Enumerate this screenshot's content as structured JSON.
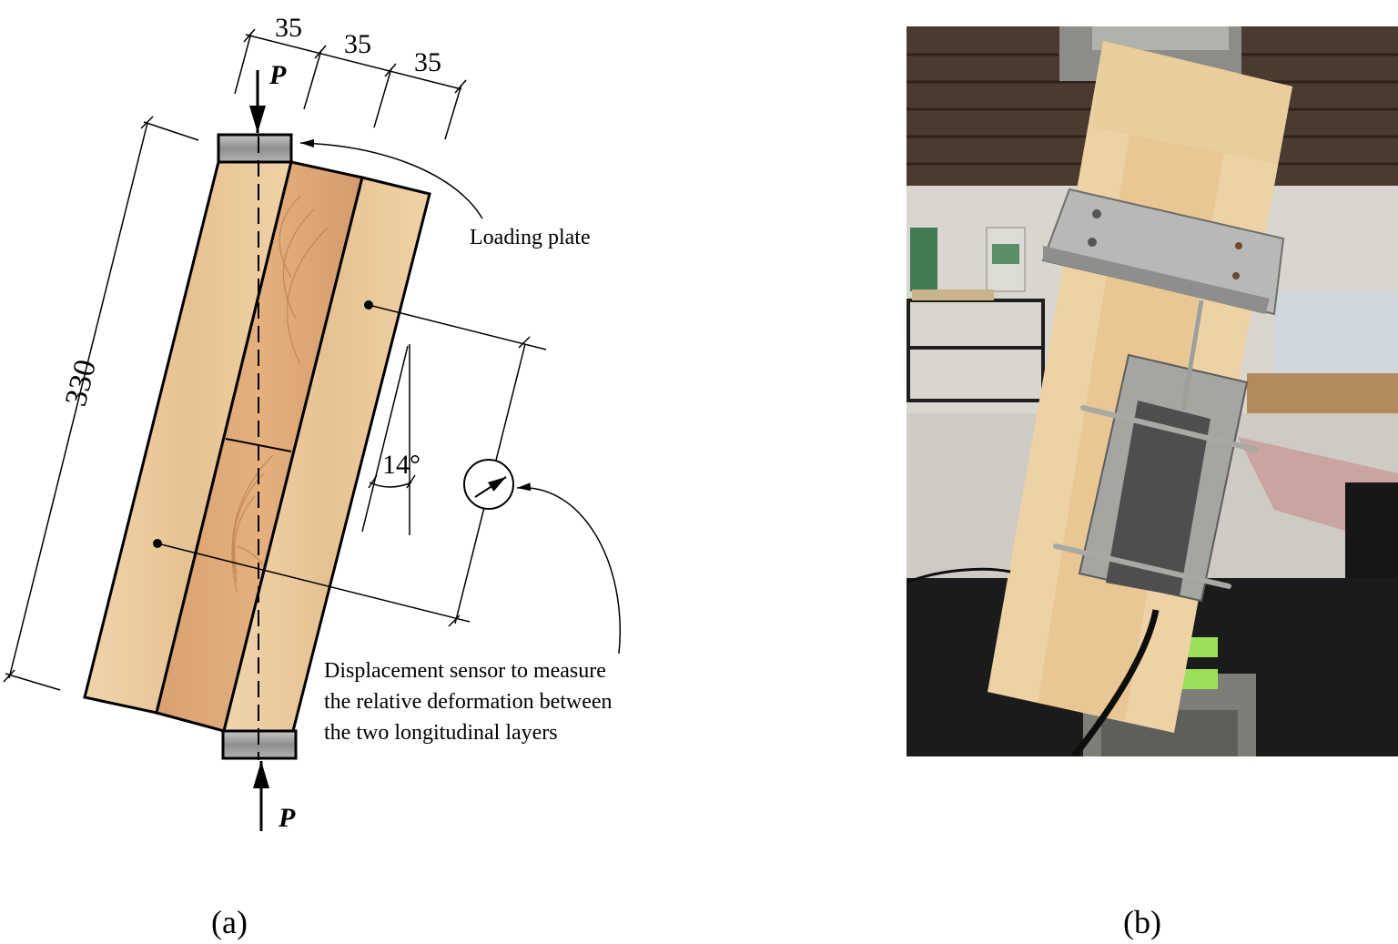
{
  "diagram": {
    "load_label_top": "P",
    "load_label_bottom": "P",
    "dim_top_1": "35",
    "dim_top_2": "35",
    "dim_top_3": "35",
    "dim_length": "330",
    "angle": "14°",
    "loading_plate_label": "Loading plate",
    "sensor_label_line1": "Displacement sensor to measure",
    "sensor_label_line2": "the relative deformation between",
    "sensor_label_line3": "the two longitudinal layers"
  },
  "captions": {
    "a": "(a)",
    "b": "(b)"
  },
  "colors": {
    "wood_light": "#e8c89c",
    "wood_dark": "#d8a878",
    "plate_gray": "#9a9a9a"
  }
}
